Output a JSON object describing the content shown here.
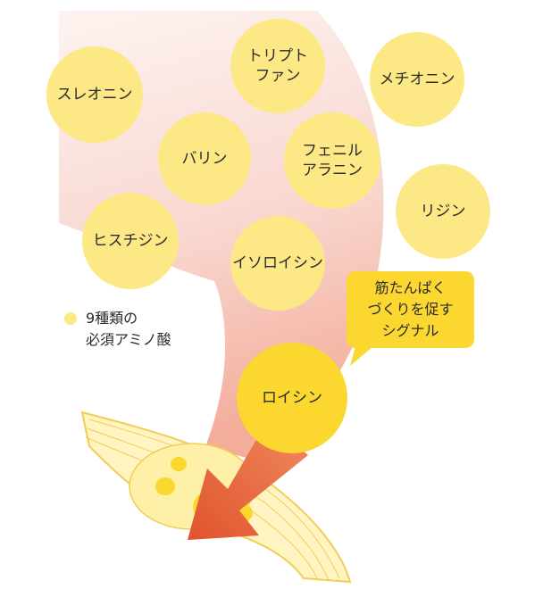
{
  "amino_acids": [
    {
      "id": "threonine",
      "label": "スレオニン"
    },
    {
      "id": "tryptophan",
      "label": "トリプト\nファン"
    },
    {
      "id": "methionine",
      "label": "メチオニン"
    },
    {
      "id": "valine",
      "label": "バリン"
    },
    {
      "id": "phenylalanine",
      "label": "フェニル\nアラニン"
    },
    {
      "id": "lysine",
      "label": "リジン"
    },
    {
      "id": "histidine",
      "label": "ヒスチジン"
    },
    {
      "id": "isoleucine",
      "label": "イソロイシン"
    },
    {
      "id": "leucine",
      "label": "ロイシン"
    }
  ],
  "callout": {
    "text": "筋たんぱく\nづくりを促す\nシグナル"
  },
  "legend": {
    "text": "9種類の\n必須アミノ酸"
  },
  "colors": {
    "circle": "#fde886",
    "leucine": "#fbd730",
    "callout": "#fbd730",
    "arrow": "#ea6a43",
    "swoosh": "#f6c8c0",
    "muscle_fill": "#fff4c2",
    "muscle_stroke": "#f2cd55"
  }
}
